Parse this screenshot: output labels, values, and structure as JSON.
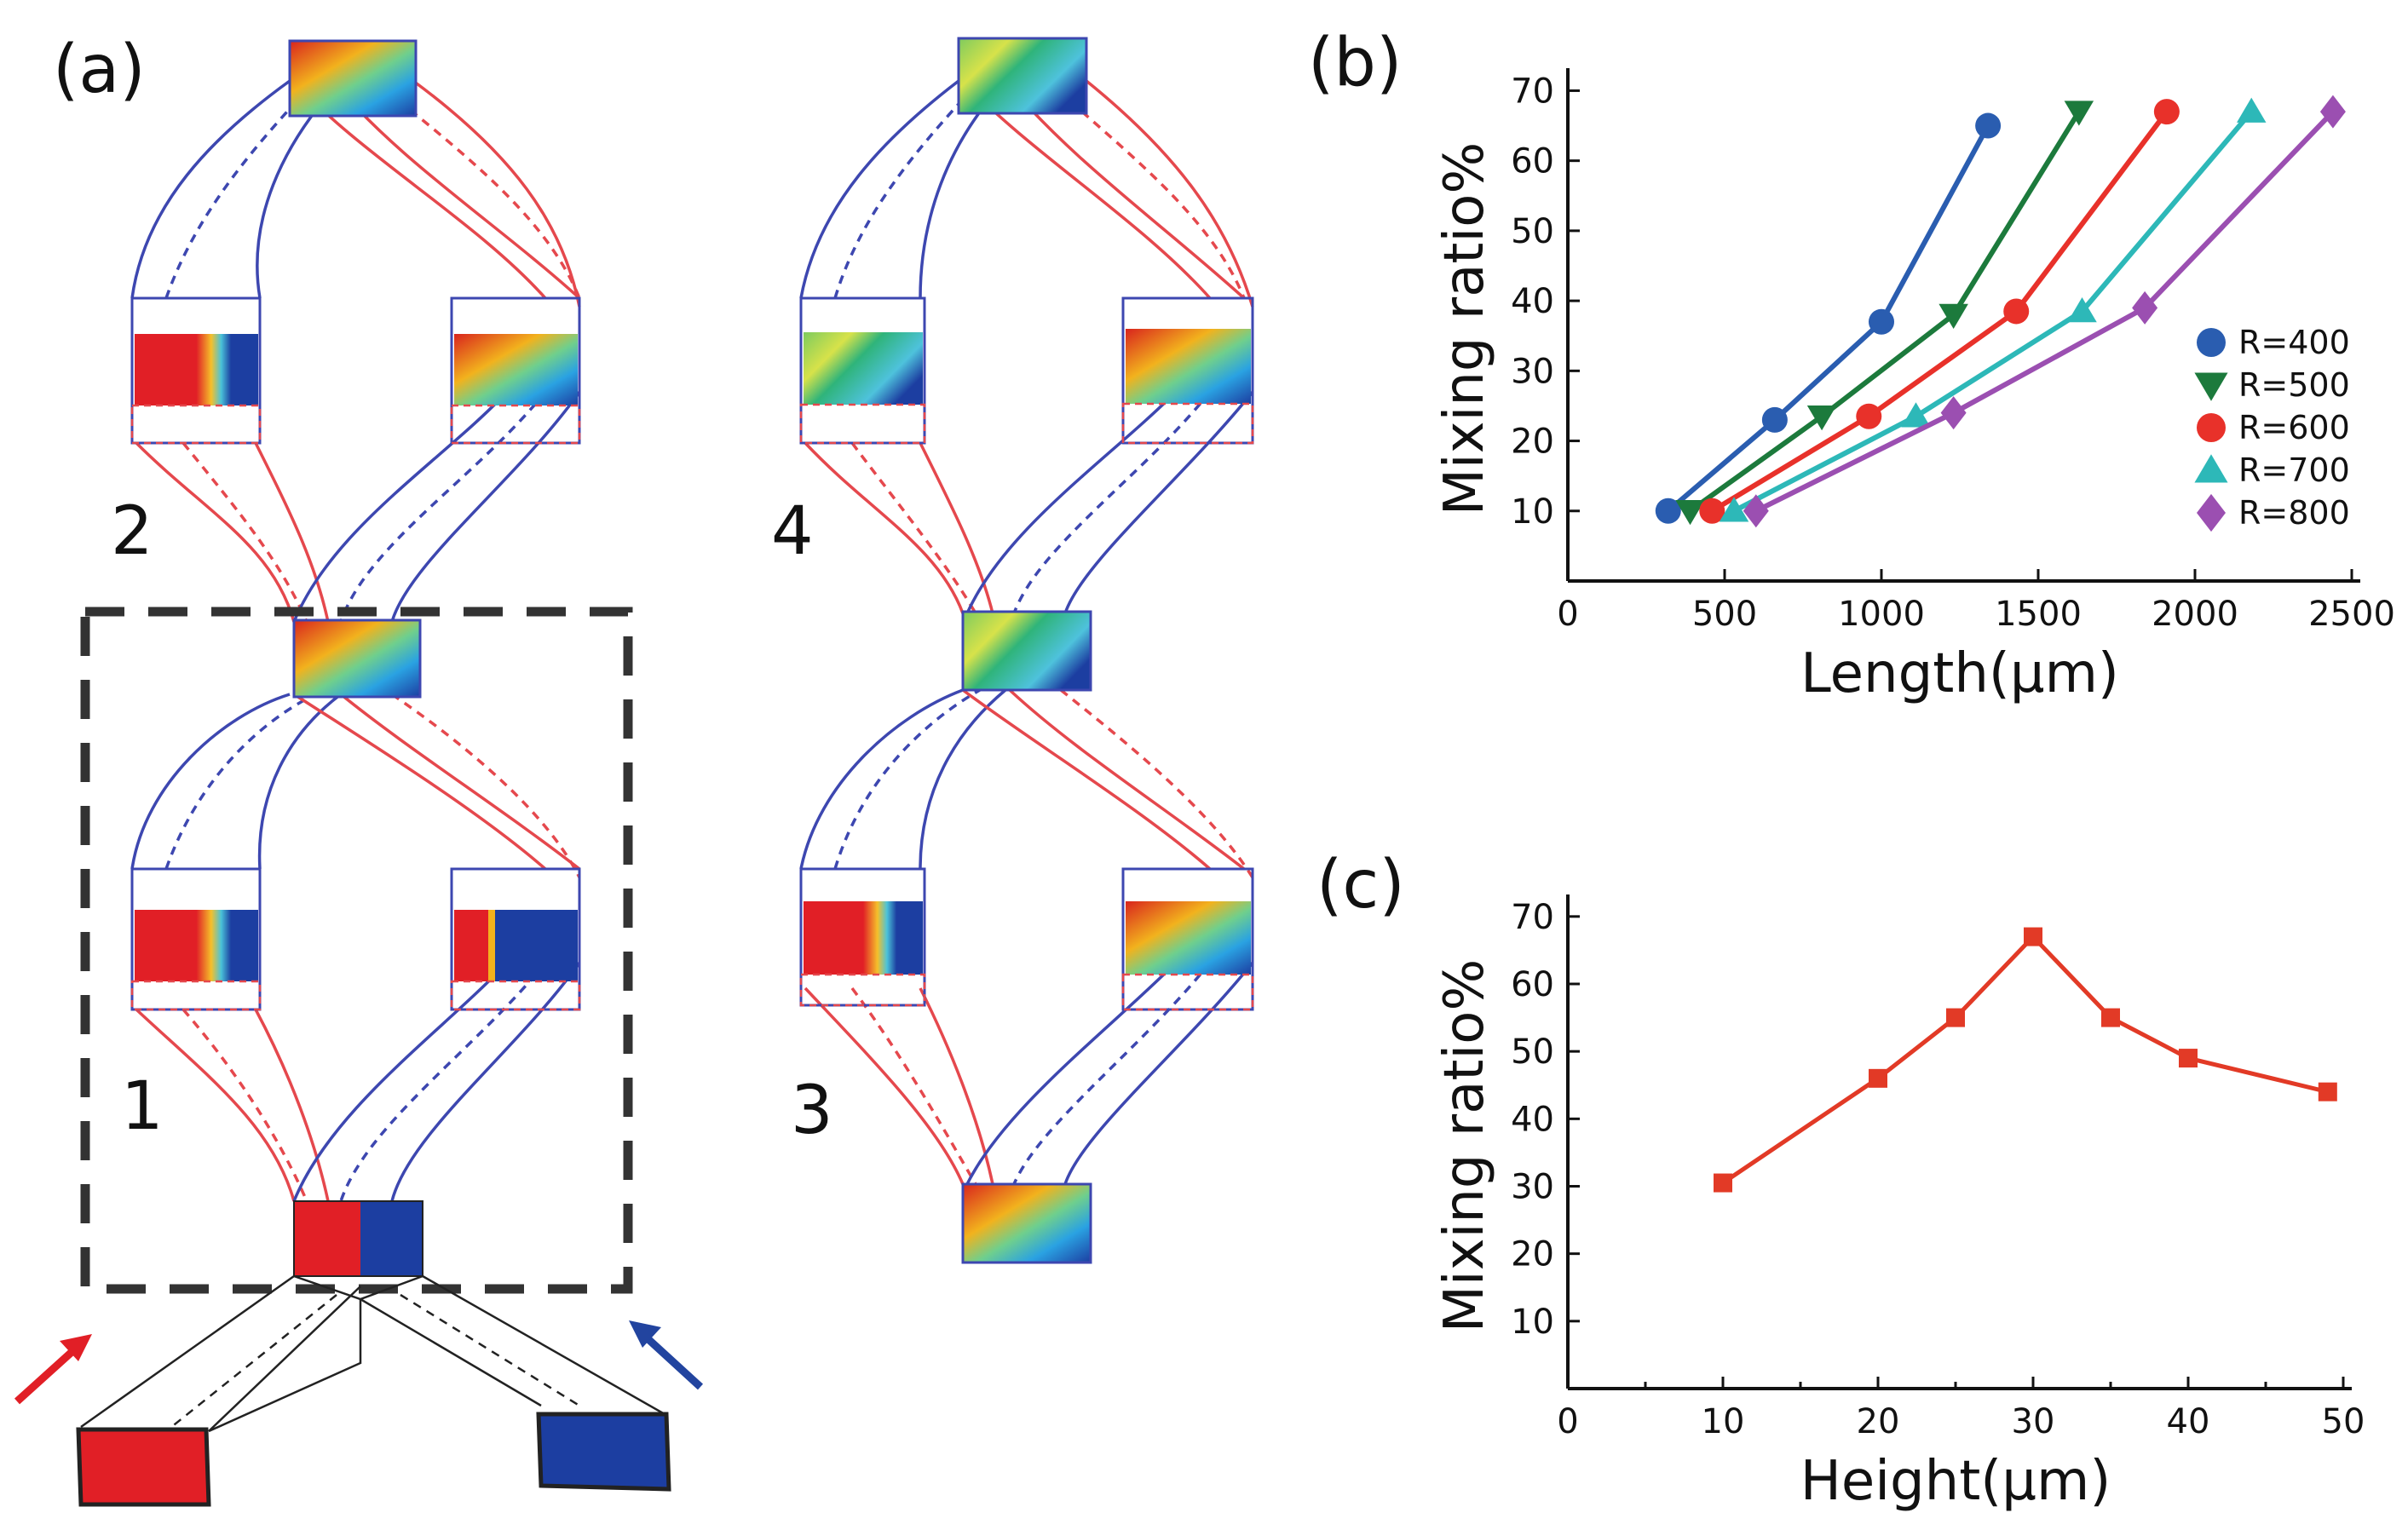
{
  "panels": {
    "a": {
      "label": "(a)",
      "unit_labels": [
        "2",
        "1",
        "4",
        "3"
      ]
    },
    "b": {
      "label": "(b)"
    },
    "c": {
      "label": "(c)"
    }
  },
  "colors": {
    "red_fluid": "#e11f26",
    "blue_fluid": "#1c3ea1",
    "blue_line": "#3d47b0",
    "red_line": "#e5484d",
    "dashed_box": "#333333",
    "arrow_red": "#e11f26",
    "arrow_blue": "#22449f"
  },
  "chart_data": [
    {
      "type": "line",
      "panel": "(b)",
      "xlabel": "Length(μm)",
      "ylabel": "Mixing ratio%",
      "xlim": [
        0,
        2500
      ],
      "ylim": [
        0,
        72
      ],
      "xticks": [
        0,
        500,
        1000,
        1500,
        2000,
        2500
      ],
      "yticks": [
        10,
        20,
        30,
        40,
        50,
        60,
        70
      ],
      "legend_position": "right",
      "series": [
        {
          "name": "R=400",
          "color": "#2a5db0",
          "marker": "circle",
          "x": [
            320,
            660,
            1000,
            1340
          ],
          "y": [
            10,
            23,
            37,
            65
          ]
        },
        {
          "name": "R=500",
          "color": "#1c7a3c",
          "marker": "triangle-down",
          "x": [
            390,
            810,
            1230,
            1630
          ],
          "y": [
            10,
            23.5,
            38,
            67
          ]
        },
        {
          "name": "R=600",
          "color": "#e8312a",
          "marker": "circle",
          "x": [
            460,
            960,
            1430,
            1910
          ],
          "y": [
            10,
            23.5,
            38.5,
            67
          ]
        },
        {
          "name": "R=700",
          "color": "#2db8b8",
          "marker": "triangle-up",
          "x": [
            530,
            1110,
            1640,
            2180
          ],
          "y": [
            10,
            23.5,
            38.5,
            67
          ]
        },
        {
          "name": "R=800",
          "color": "#9b4fb1",
          "marker": "diamond",
          "x": [
            600,
            1230,
            1840,
            2440
          ],
          "y": [
            10,
            24,
            39,
            67
          ]
        }
      ]
    },
    {
      "type": "line",
      "panel": "(c)",
      "xlabel": "Height(μm)",
      "ylabel": "Mixing ratio%",
      "xlim": [
        0,
        50
      ],
      "ylim": [
        0,
        72
      ],
      "xticks": [
        0,
        10,
        20,
        30,
        40,
        50
      ],
      "yticks": [
        10,
        20,
        30,
        40,
        50,
        60,
        70
      ],
      "series": [
        {
          "color": "#e23a26",
          "marker": "square",
          "x": [
            10,
            20,
            25,
            30,
            35,
            40,
            49
          ],
          "y": [
            30.5,
            46,
            55,
            67,
            55,
            49,
            44
          ]
        }
      ]
    }
  ]
}
